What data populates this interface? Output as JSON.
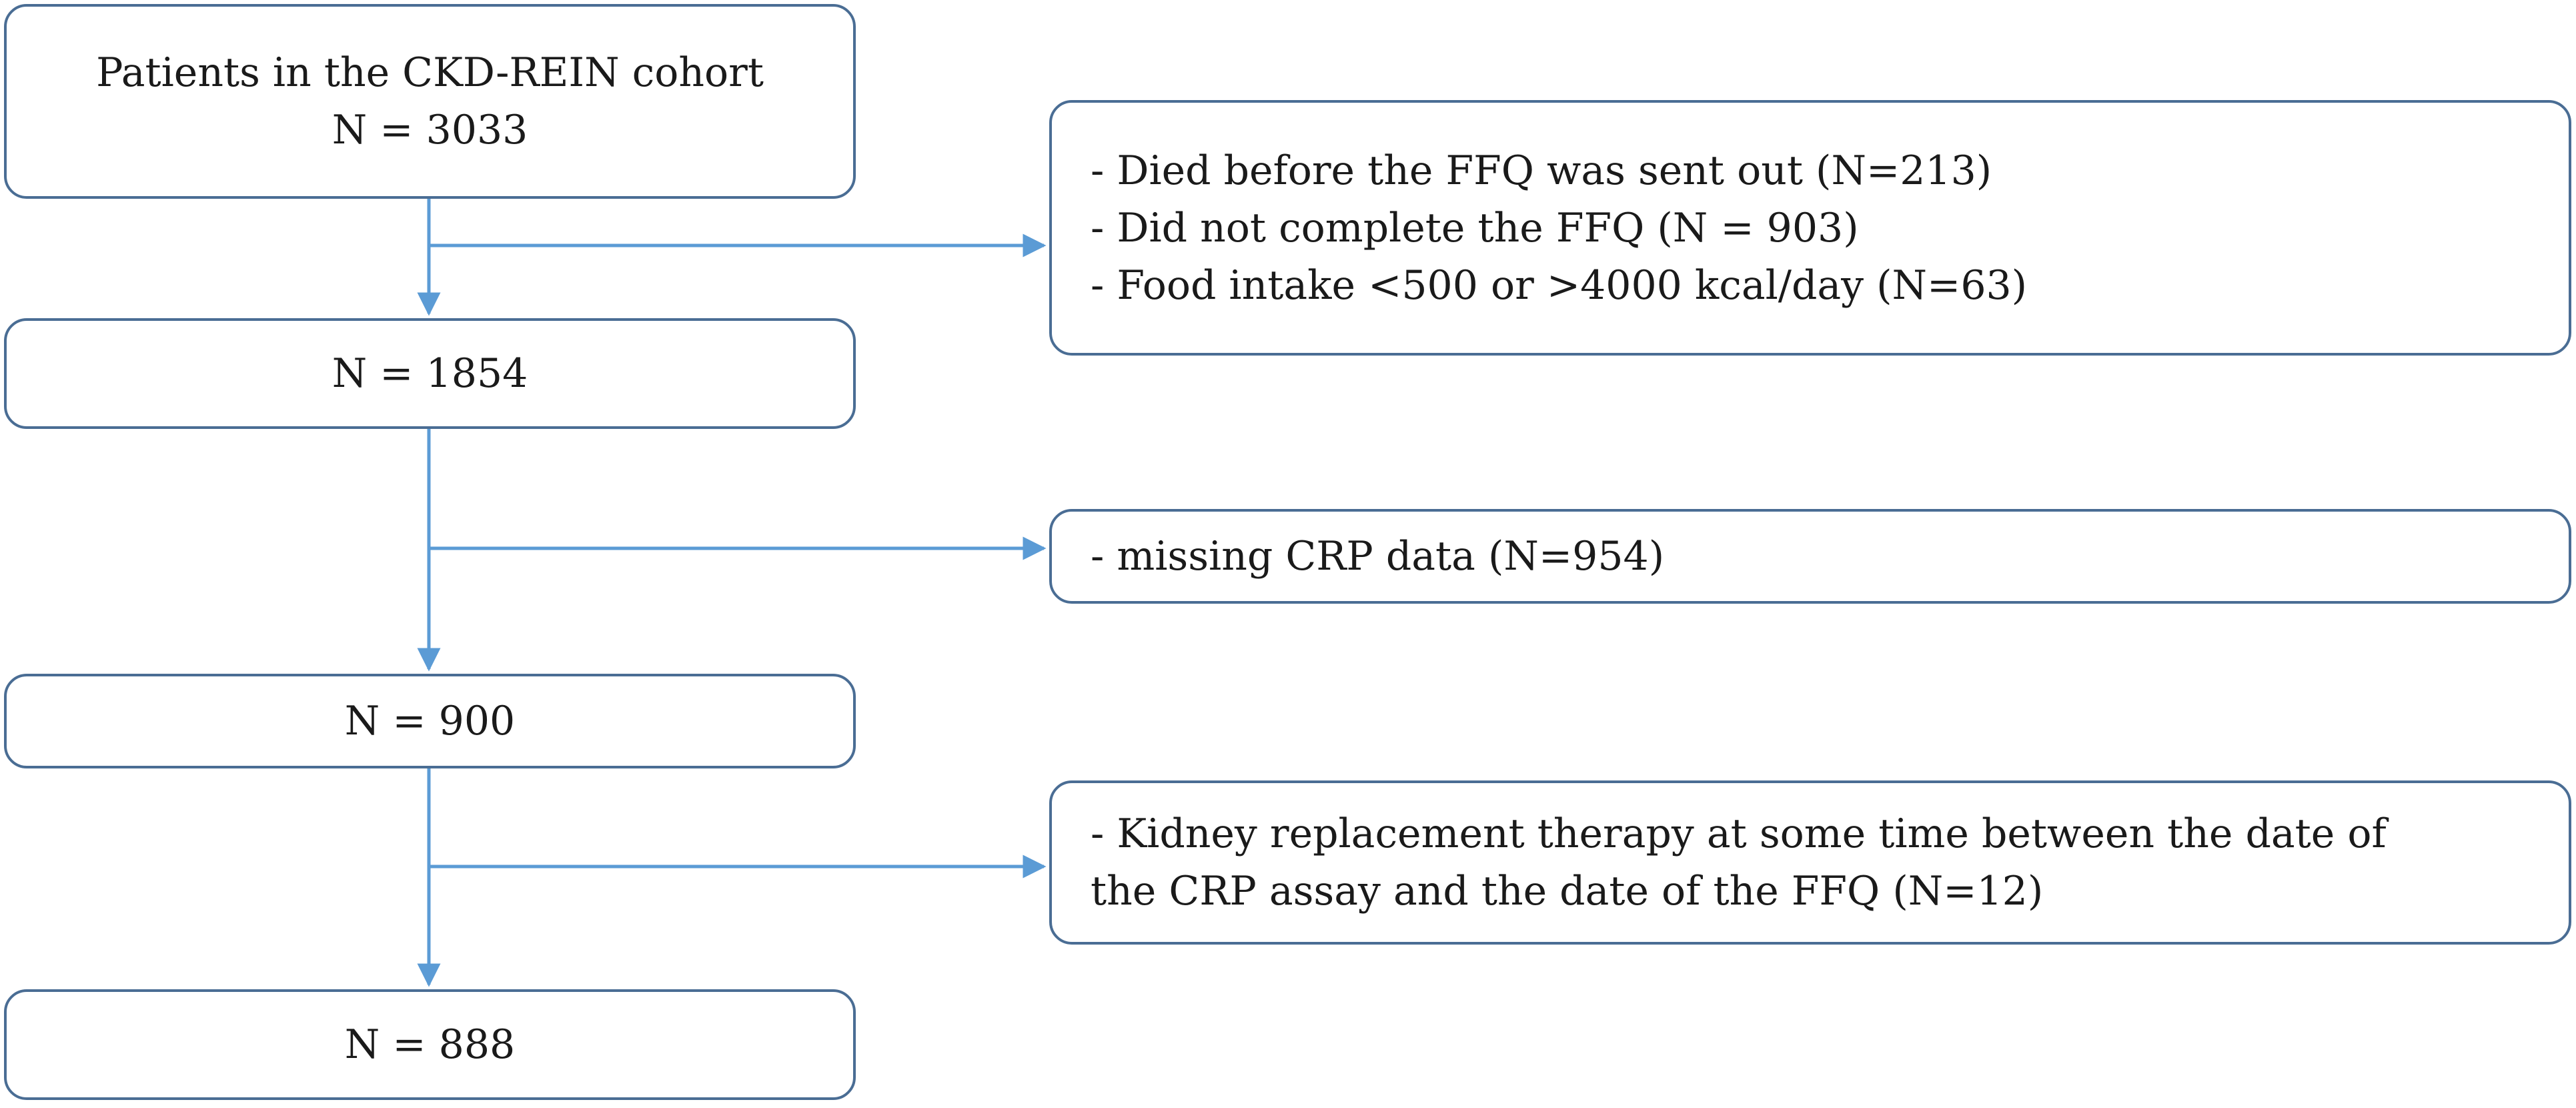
{
  "flow": {
    "cohort": {
      "line1": "Patients in the CKD-REIN cohort",
      "line2": "N = 3033"
    },
    "step1": {
      "label": "N = 1854"
    },
    "step2": {
      "label": "N = 900"
    },
    "step3": {
      "label": "N = 888"
    }
  },
  "exclusions": {
    "first": [
      "- Died before the FFQ was sent out (N=213)",
      "- Did not complete the FFQ (N = 903)",
      "- Food intake <500 or >4000 kcal/day (N=63)"
    ],
    "second": [
      "- missing CRP data (N=954)"
    ],
    "third": [
      "- Kidney replacement therapy at some time between the date of",
      "the CRP assay and the date of the FFQ (N=12)"
    ]
  },
  "colors": {
    "box_border": "#4a6d94",
    "arrow": "#5b9bd5",
    "text": "#1a1a1a"
  }
}
